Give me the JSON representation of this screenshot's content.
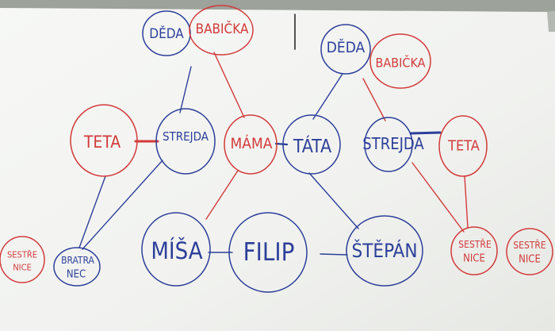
{
  "colors": {
    "blue": "#2c3f9a",
    "red": "#d23a3a",
    "board": "#f4f5f2",
    "frame": "#8f948e"
  },
  "nodes": {
    "deda_left": "DĚDA",
    "babicka_left": "BABIČKA",
    "deda_right": "DĚDA",
    "babicka_right": "BABIČKA",
    "teta_left": "TETA",
    "strejda_left": "STREJDA",
    "mama": "MÁMA",
    "tata": "TÁTA",
    "strejda_right": "STREJDA",
    "teta_right": "TETA",
    "misa": "MÍŠA",
    "filip": "FILIP",
    "stepan": "ŠTĚPÁN",
    "sestrenice_left": [
      "SESTŘE",
      "NICE"
    ],
    "bratranec": [
      "BRATRA",
      "NEC"
    ],
    "sestrenice_mid": [
      "SESTŘE",
      "NICE"
    ],
    "sestrenice_right": [
      "SESTŘE",
      "NICE"
    ]
  }
}
